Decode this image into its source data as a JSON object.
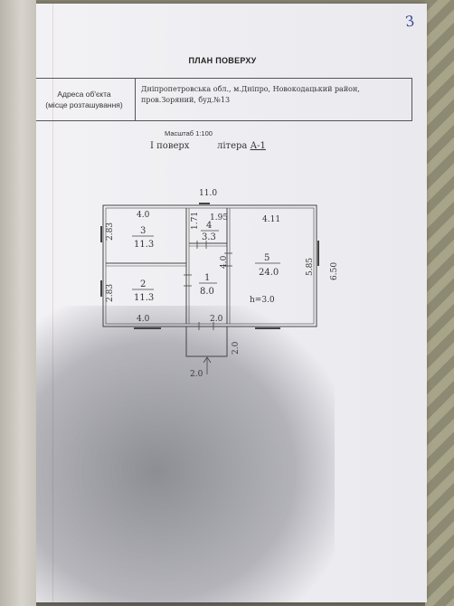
{
  "page_number": "3",
  "title": "ПЛАН ПОВЕРХУ",
  "address": {
    "label_line1": "Адреса об'єкта",
    "label_line2": "(місце розташування)",
    "value_line1": "Дніпропетровська обл., м.Дніпро, Новокодацький район,",
    "value_line2": "пров.Зоряний, буд.№13"
  },
  "scale": "Масштаб 1:100",
  "floor": "І поверх",
  "litera_label": "літера",
  "litera_value": "А-1",
  "plan": {
    "dim_total_width": "11.0",
    "dim_total_height": "6.50",
    "dim_right_inner": "5.85",
    "dim_room3_width": "4.0",
    "dim_room3_height": "2.83",
    "dim_room2_height": "2.83",
    "dim_room2_width": "4.0",
    "dim_room4_height": "1.71",
    "dim_room4_width": "1.95",
    "dim_room5_width": "4.11",
    "dim_room1_height": "4.0",
    "dim_porch_width": "2.0",
    "dim_porch_height": "2.0",
    "dim_porch_bottom": "2.0",
    "rooms": [
      {
        "num": "3",
        "area": "11.3"
      },
      {
        "num": "4",
        "area": "3.3"
      },
      {
        "num": "5",
        "area": "24.0"
      },
      {
        "num": "2",
        "area": "11.3"
      },
      {
        "num": "1",
        "area": "8.0"
      }
    ],
    "ceiling_height": "h=3.0"
  }
}
